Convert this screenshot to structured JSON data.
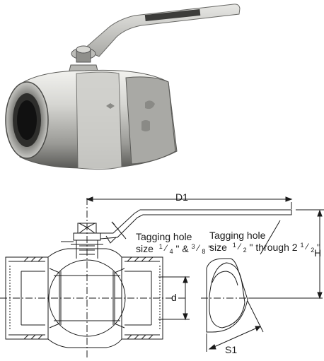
{
  "dimensions": {
    "d1": "D1",
    "h": "H",
    "d": "d",
    "s1": "S1"
  },
  "callouts": {
    "small": {
      "line1": "Tagging hole",
      "size_word": "size",
      "num_a": "1",
      "den_a": "4",
      "sep": "\" & ",
      "num_b": "3",
      "den_b": "8",
      "end": "\""
    },
    "large": {
      "line1": "Tagging hole",
      "size_word": "size",
      "num_a": "1",
      "den_a": "2",
      "mid": "\" through 2",
      "num_b": "1",
      "den_b": "2",
      "end": "\""
    }
  },
  "colors": {
    "line": "#1a1a1a",
    "brass_light": "#d9d9d6",
    "brass_mid": "#9f9f9b",
    "brass_dark": "#4a4a47",
    "handle": "#c9c9c6"
  }
}
